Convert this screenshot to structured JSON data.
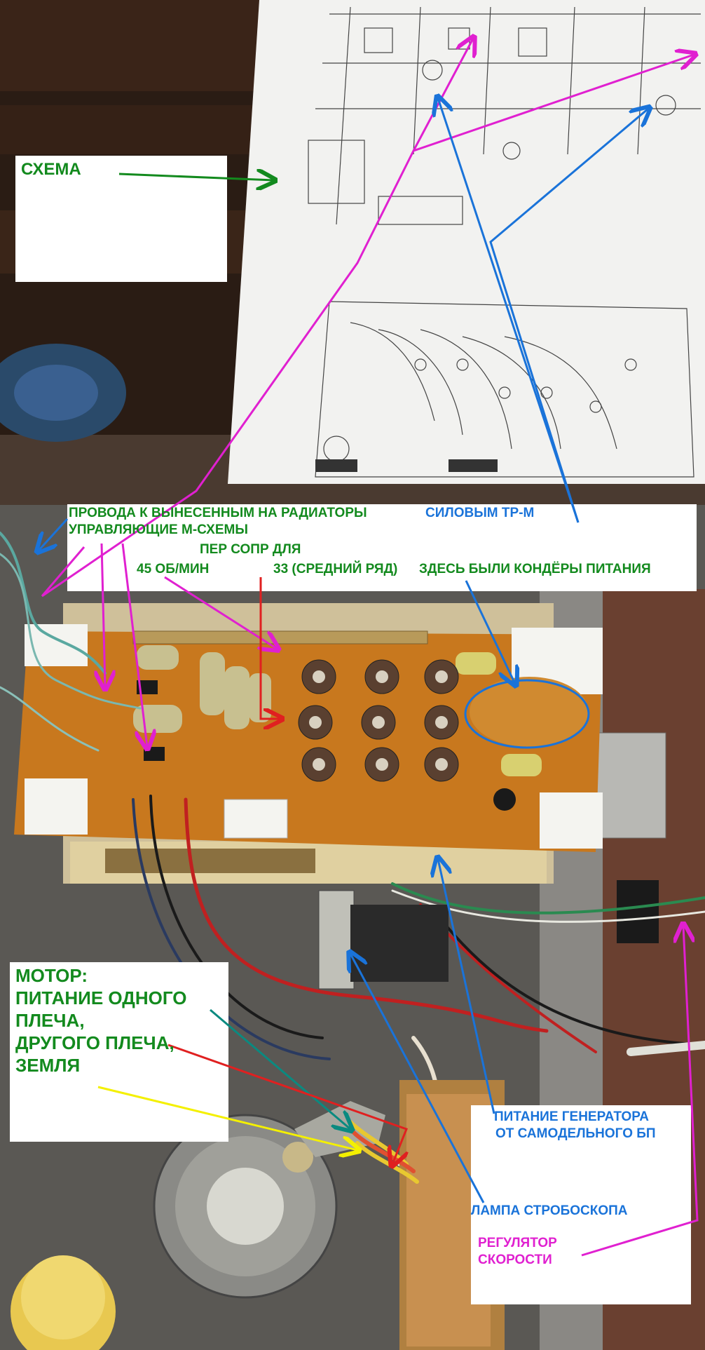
{
  "labels": {
    "schema": "СХЕМА",
    "wires_to_heatsinks": "ПРОВОДА К ВЫНЕСЕННЫМ НА РАДИАТОРЫ",
    "power_transistors": "СИЛОВЫМ ТР-М",
    "control_ic": "УПРАВЛЯЮЩИЕ М-СХЕМЫ",
    "trimmers_for": "ПЕР СОПР ДЛЯ",
    "rpm45": "45  ОБ/МИН",
    "rpm33": "33  (СРЕДНИЙ РЯД)",
    "caps_were_here": "ЗДЕСЬ БЫЛИ КОНДЁРЫ ПИТАНИЯ",
    "motor_title": "МОТОР:",
    "motor_line1": "ПИТАНИЕ ОДНОГО",
    "motor_line2": "ПЛЕЧА,",
    "motor_line3": "ДРУГОГО ПЛЕЧА,",
    "motor_line4": "ЗЕМЛЯ",
    "generator_power_line1": "ПИТАНИЕ ГЕНЕРАТОРА",
    "generator_power_line2": "ОТ САМОДЕЛЬНОГО БП",
    "strobe_lamp": "ЛАМПА СТРОБОСКОПА",
    "speed_regulator_line1": "РЕГУЛЯТОР",
    "speed_regulator_line2": "СКОРОСТИ"
  },
  "colors": {
    "green": "#138a1e",
    "blue": "#1a73d9",
    "magenta": "#e020d0",
    "yellow": "#f4f000",
    "red": "#e02020",
    "teal": "#0a8a80",
    "pcb": "#c8781e",
    "paper": "#f2f2f0"
  }
}
